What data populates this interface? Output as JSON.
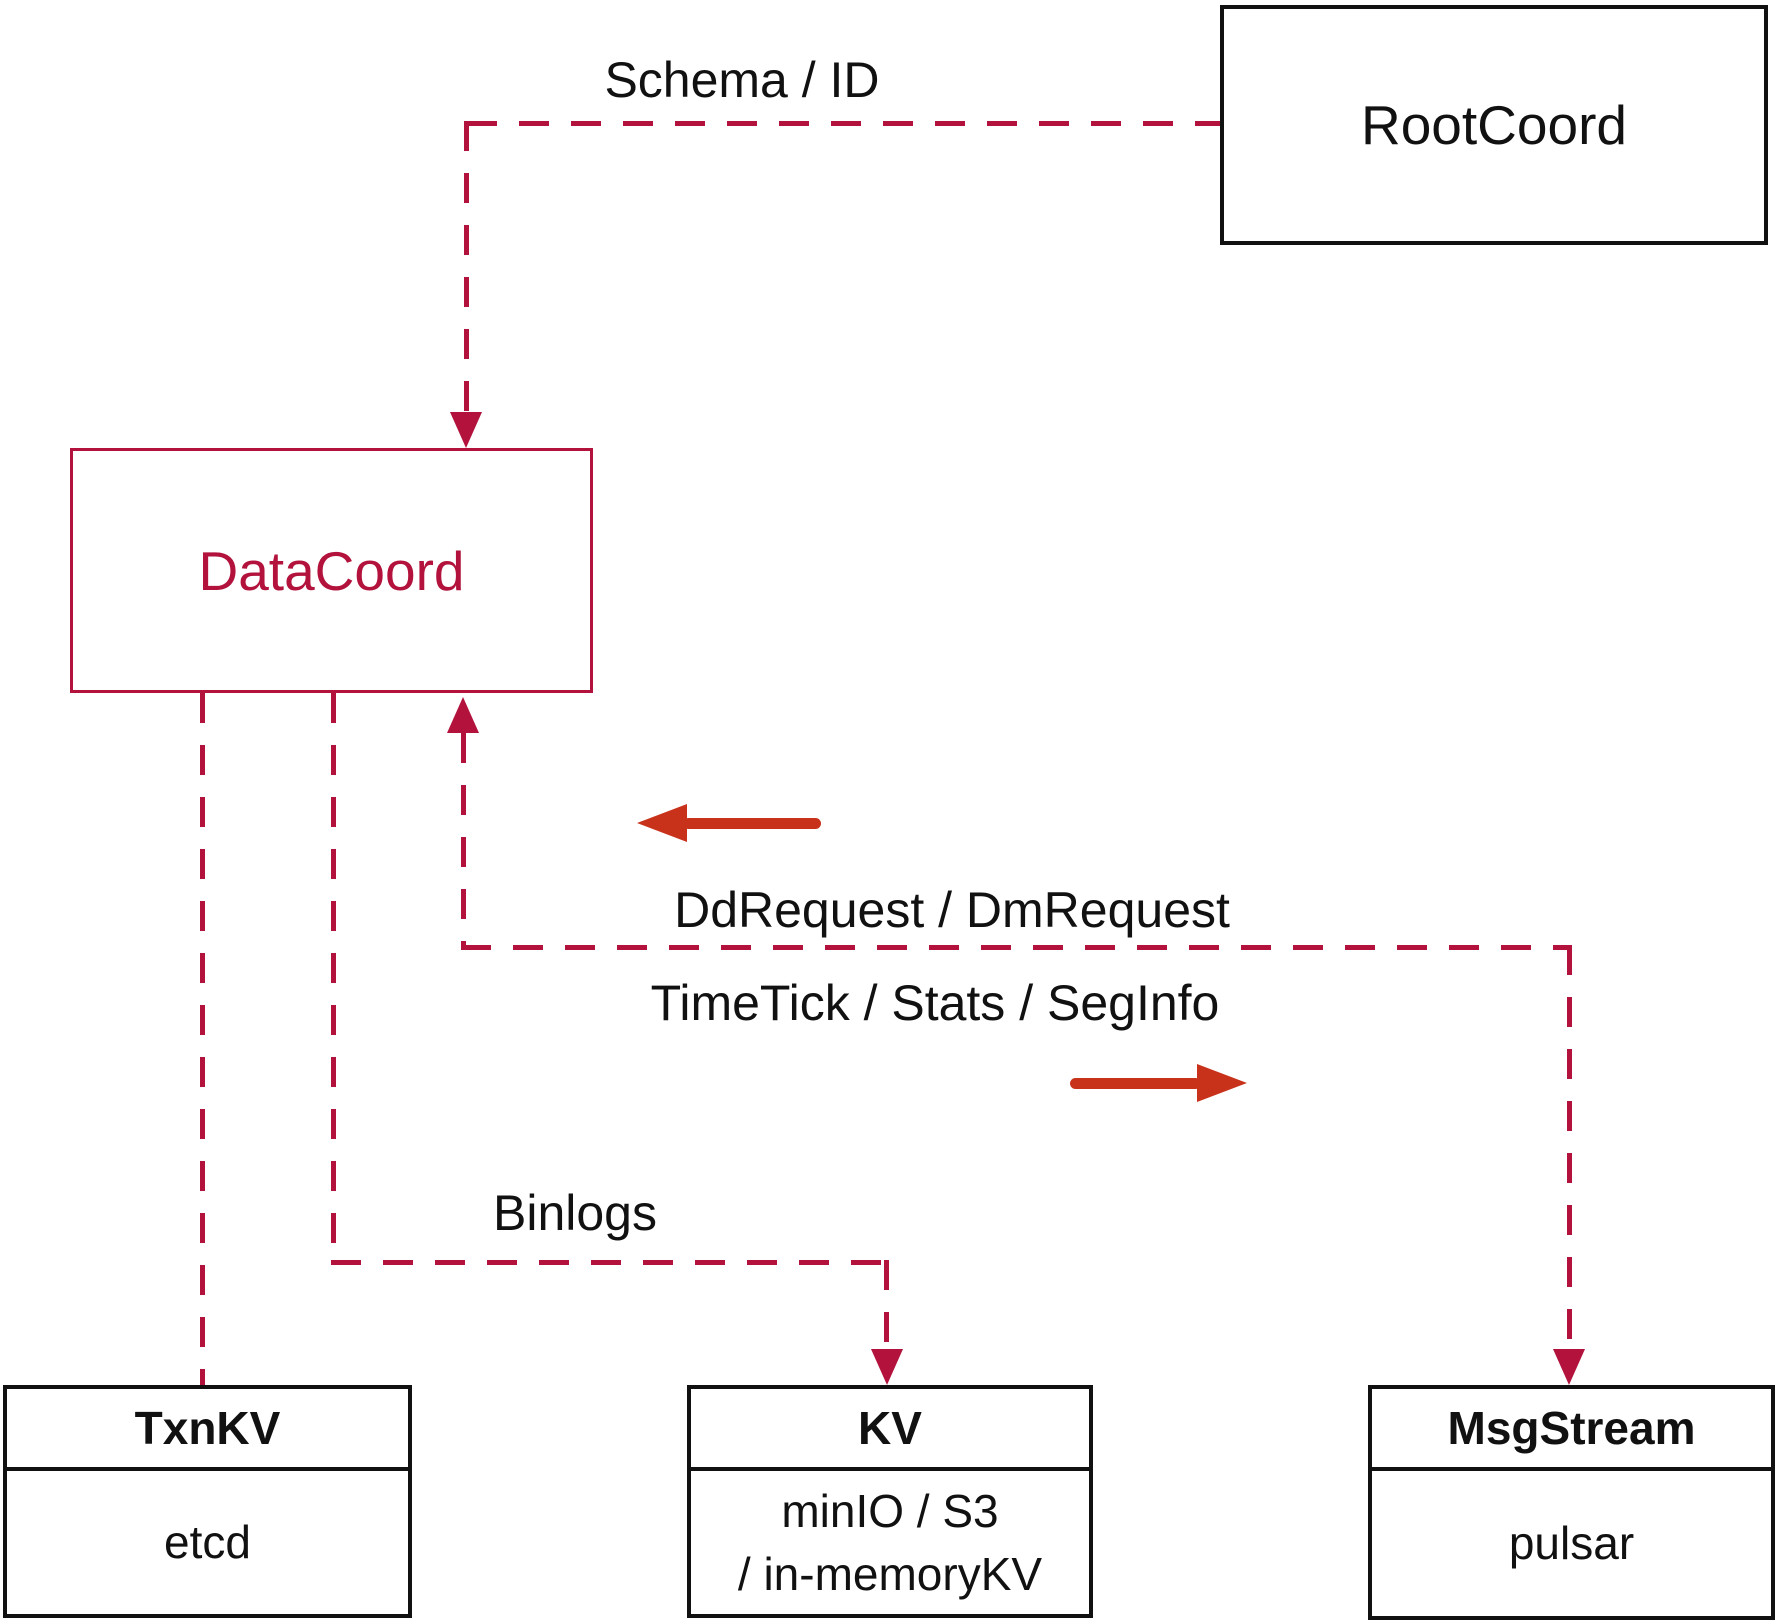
{
  "diagram": {
    "colors": {
      "connector_crimson": "#B2123C",
      "flow_arrow_vermilion": "#C8321B",
      "box_border_black": "#111111"
    },
    "nodes": {
      "rootcoord": {
        "label": "RootCoord"
      },
      "datacoord": {
        "label": "DataCoord"
      },
      "txnkv": {
        "title": "TxnKV",
        "body": "etcd"
      },
      "kv": {
        "title": "KV",
        "body_line1": "minIO / S3",
        "body_line2": "/ in-memoryKV"
      },
      "msgstream": {
        "title": "MsgStream",
        "body": "pulsar"
      }
    },
    "edge_labels": {
      "schema_id": "Schema / ID",
      "dd_request": "DdRequest / DmRequest",
      "timetick": "TimeTick / Stats / SegInfo",
      "binlogs": "Binlogs"
    }
  }
}
